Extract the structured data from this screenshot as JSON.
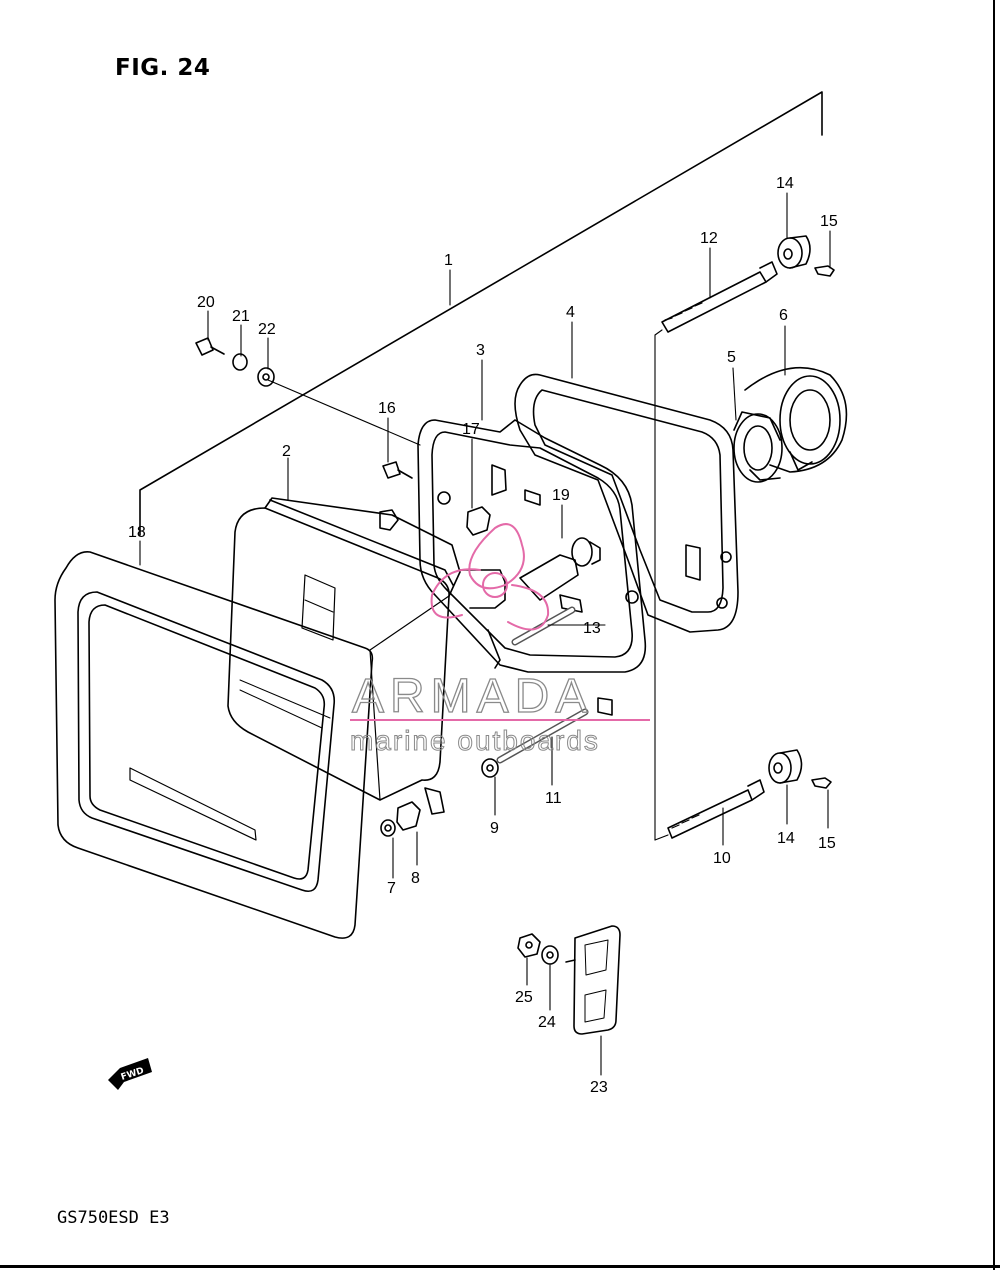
{
  "figure_title": "FIG. 24",
  "model_code": "GS750ESD  E3",
  "watermark": {
    "brand": "ARMADA",
    "subtitle": "marine outboards",
    "accent_color": "#e46aa8"
  },
  "direction_marker": "FWD",
  "callouts": [
    "1",
    "2",
    "3",
    "4",
    "5",
    "6",
    "7",
    "8",
    "9",
    "10",
    "11",
    "12",
    "13",
    "14",
    "14",
    "15",
    "15",
    "16",
    "17",
    "18",
    "19",
    "20",
    "21",
    "22",
    "23",
    "24",
    "25"
  ]
}
